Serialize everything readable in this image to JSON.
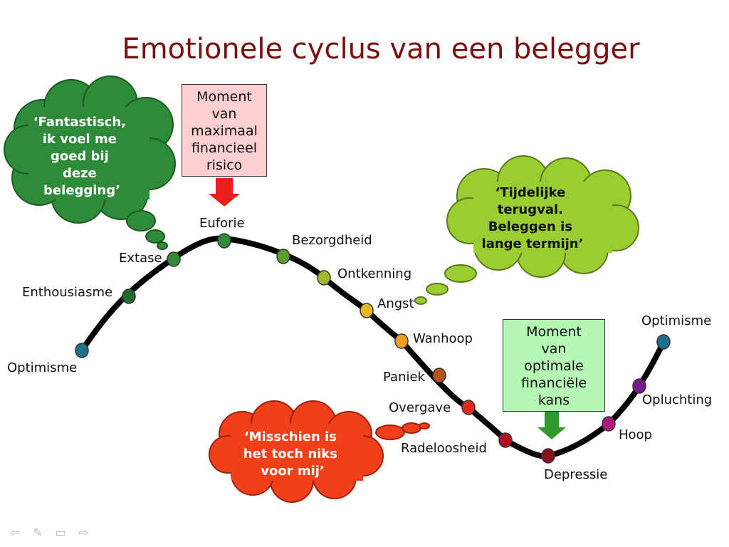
{
  "title": "Emotionele cyclus van een belegger",
  "stages": [
    {
      "label": "Optimisme",
      "color": "#1f6f8b"
    },
    {
      "label": "Enthousiasme",
      "color": "#1e6b2d"
    },
    {
      "label": "Extase",
      "color": "#2e8b3a"
    },
    {
      "label": "Euforie",
      "color": "#2e8b3a"
    },
    {
      "label": "Bezorgdheid",
      "color": "#5c9e2e"
    },
    {
      "label": "Ontkenning",
      "color": "#a0b82a"
    },
    {
      "label": "Angst",
      "color": "#e8b820"
    },
    {
      "label": "Wanhoop",
      "color": "#f0a020"
    },
    {
      "label": "Paniek",
      "color": "#b8501a"
    },
    {
      "label": "Overgave",
      "color": "#e02a1a"
    },
    {
      "label": "Radeloosheid",
      "color": "#b01020"
    },
    {
      "label": "Depressie",
      "color": "#8a1020"
    },
    {
      "label": "Hoop",
      "color": "#b01878"
    },
    {
      "label": "Opluchting",
      "color": "#7a1a8a"
    },
    {
      "label": "Optimisme",
      "color": "#1f6f8b"
    }
  ],
  "clouds": {
    "fantastic": {
      "lines": [
        "‘Fantastisch,",
        "ik voel me",
        "goed bij",
        "deze",
        "belegging’"
      ],
      "color": "#2e8b3a"
    },
    "tijdelijk": {
      "lines": [
        "‘Tijdelijke",
        "terugval.",
        "Beleggen is",
        "lange termijn’"
      ],
      "color": "#9acd32"
    },
    "misschien": {
      "lines": [
        "‘Misschien is",
        "het toch niks",
        "voor mij’"
      ],
      "color": "#f0401a"
    }
  },
  "boxes": {
    "risk": {
      "lines": [
        "Moment",
        "van",
        "maximaal",
        "financieel",
        "risico"
      ],
      "arrow_color": "#e8201a"
    },
    "chance": {
      "lines": [
        "Moment",
        "van",
        "optimale",
        "financiële",
        "kans"
      ],
      "arrow_color": "#2e9a2e"
    }
  },
  "nav": {
    "prev": "⇦",
    "pen": "✎",
    "menu": "▭",
    "next": "⇨"
  }
}
